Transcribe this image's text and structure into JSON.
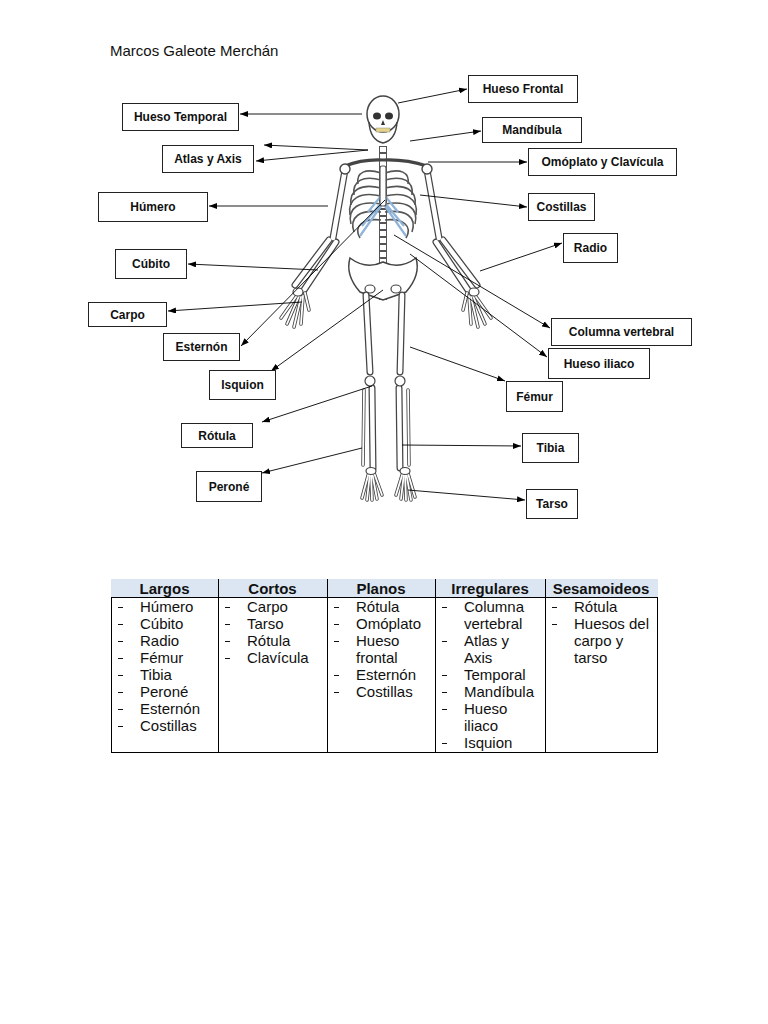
{
  "diagram": {
    "title": "Marcos Galeote Merchán",
    "nodes": [
      {
        "text": [
          "Hueso Frontal"
        ]
      },
      {
        "text": [
          "Hueso Temporal"
        ]
      },
      {
        "text": [
          "Mandíbula"
        ]
      },
      {
        "text": [
          "Atlas y Axis"
        ]
      },
      {
        "text": [
          "Omóplato y Clavícula"
        ]
      },
      {
        "text": [
          "Húmero"
        ]
      },
      {
        "text": [
          "Costillas"
        ]
      },
      {
        "text": [
          "Radio"
        ]
      },
      {
        "text": [
          "Cúbito"
        ]
      },
      {
        "text": [
          "Carpo"
        ]
      },
      {
        "text": [
          "Columna vertebral"
        ]
      },
      {
        "text": [
          "Esternón"
        ]
      },
      {
        "text": [
          "Hueso iliaco"
        ]
      },
      {
        "text": [
          "Isquion"
        ]
      },
      {
        "text": [
          "Fémur"
        ]
      },
      {
        "text": [
          "Rótula"
        ]
      },
      {
        "text": [
          "Tibia"
        ]
      },
      {
        "text": [
          "Peroné"
        ]
      },
      {
        "text": [
          "Tarso"
        ]
      }
    ],
    "labels": [
      "Largos",
      "Cortos",
      "Planos",
      "Irregulares",
      "Sesamoideos",
      "Húmero",
      "Cúbito",
      "Radio",
      "Fémur",
      "Tibia",
      "Peroné",
      "Esternón",
      "Costillas",
      "Carpo",
      "Tarso",
      "Rótula",
      "Clavícula",
      "Rótula",
      "Omóplato",
      "Hueso frontal",
      "Esternón",
      "Costillas",
      "Columna vertebral",
      "Atlas y Axis",
      "Temporal",
      "Mandíbula",
      "Hueso iliaco",
      "Isquion",
      "Rótula",
      "Huesos del carpo y tarso"
    ]
  }
}
